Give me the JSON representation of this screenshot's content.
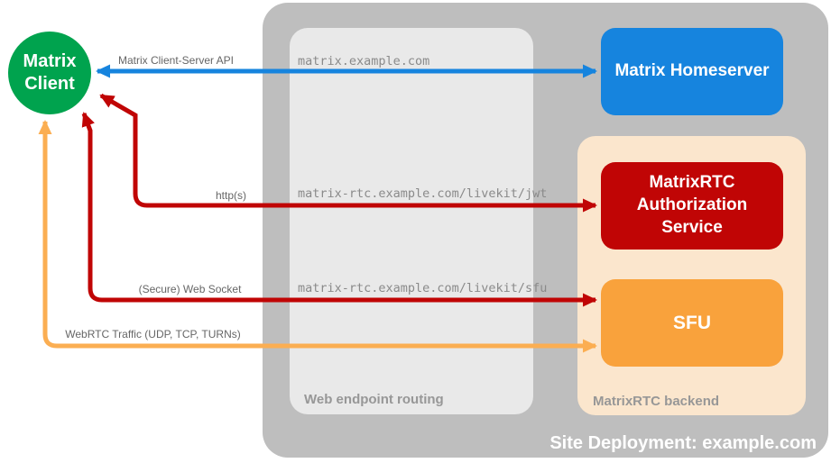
{
  "colors": {
    "green": "#00A34E",
    "blue": "#1684DE",
    "red": "#C00505",
    "orange": "#F9A23C",
    "orange_arrow": "#FBAE52",
    "peach": "#FBE6CD",
    "gray_outer": "#BEBEBE",
    "gray_inner": "#E9E9E9",
    "label_gray": "#979797",
    "arrow_label_gray": "#666666",
    "endpoint_gray": "#8A8A8A"
  },
  "nodes": {
    "client": "Matrix Client",
    "homeserver": "Matrix Homeserver",
    "auth_service": "MatrixRTC Authorization Service",
    "sfu": "SFU"
  },
  "groups": {
    "deployment_title": "Site Deployment: example.com",
    "routing_title": "Web endpoint routing",
    "backend_title": "MatrixRTC backend"
  },
  "endpoints": [
    "matrix.example.com",
    "matrix-rtc.example.com/livekit/jwt",
    "matrix-rtc.example.com/livekit/sfu"
  ],
  "connections": {
    "client_server_api": "Matrix Client-Server API",
    "https": "http(s)",
    "websocket": "(Secure) Web Socket",
    "webrtc": "WebRTC Traffic (UDP, TCP, TURNs)"
  }
}
